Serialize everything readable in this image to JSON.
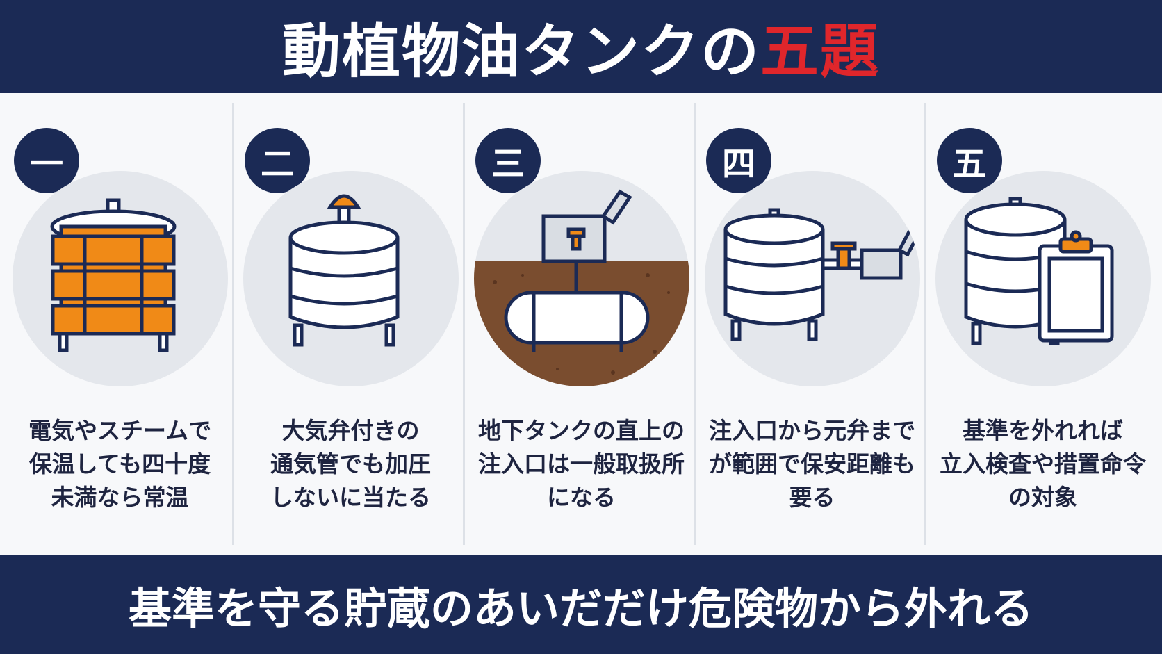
{
  "header": {
    "title_main": "動植物油タンクの",
    "title_accent": "五題"
  },
  "panels": [
    {
      "number": "一",
      "lines": [
        "電気やスチームで",
        "保温しても四十度",
        "未満なら常温"
      ]
    },
    {
      "number": "二",
      "lines": [
        "大気弁付きの",
        "通気管でも加圧",
        "しないに当たる"
      ]
    },
    {
      "number": "三",
      "lines": [
        "地下タンクの直上の",
        "注入口は一般取扱所",
        "になる"
      ]
    },
    {
      "number": "四",
      "lines": [
        "注入口から元弁まで",
        "が範囲で保安距離も",
        "要る"
      ]
    },
    {
      "number": "五",
      "lines": [
        "基準を外れれば",
        "立入検査や措置命令",
        "の対象"
      ]
    }
  ],
  "footer": {
    "text": "基準を守る貯蔵のあいだだけ危険物から外れる"
  },
  "colors": {
    "navy": "#1b2a55",
    "red": "#e0262b",
    "orange": "#f08a17",
    "circle": "#e4e7ec",
    "soil": "#7a4d2f"
  },
  "icons": [
    "heated-tank-icon",
    "vented-tank-icon",
    "underground-tank-icon",
    "tank-valve-icon",
    "tank-clipboard-icon"
  ]
}
